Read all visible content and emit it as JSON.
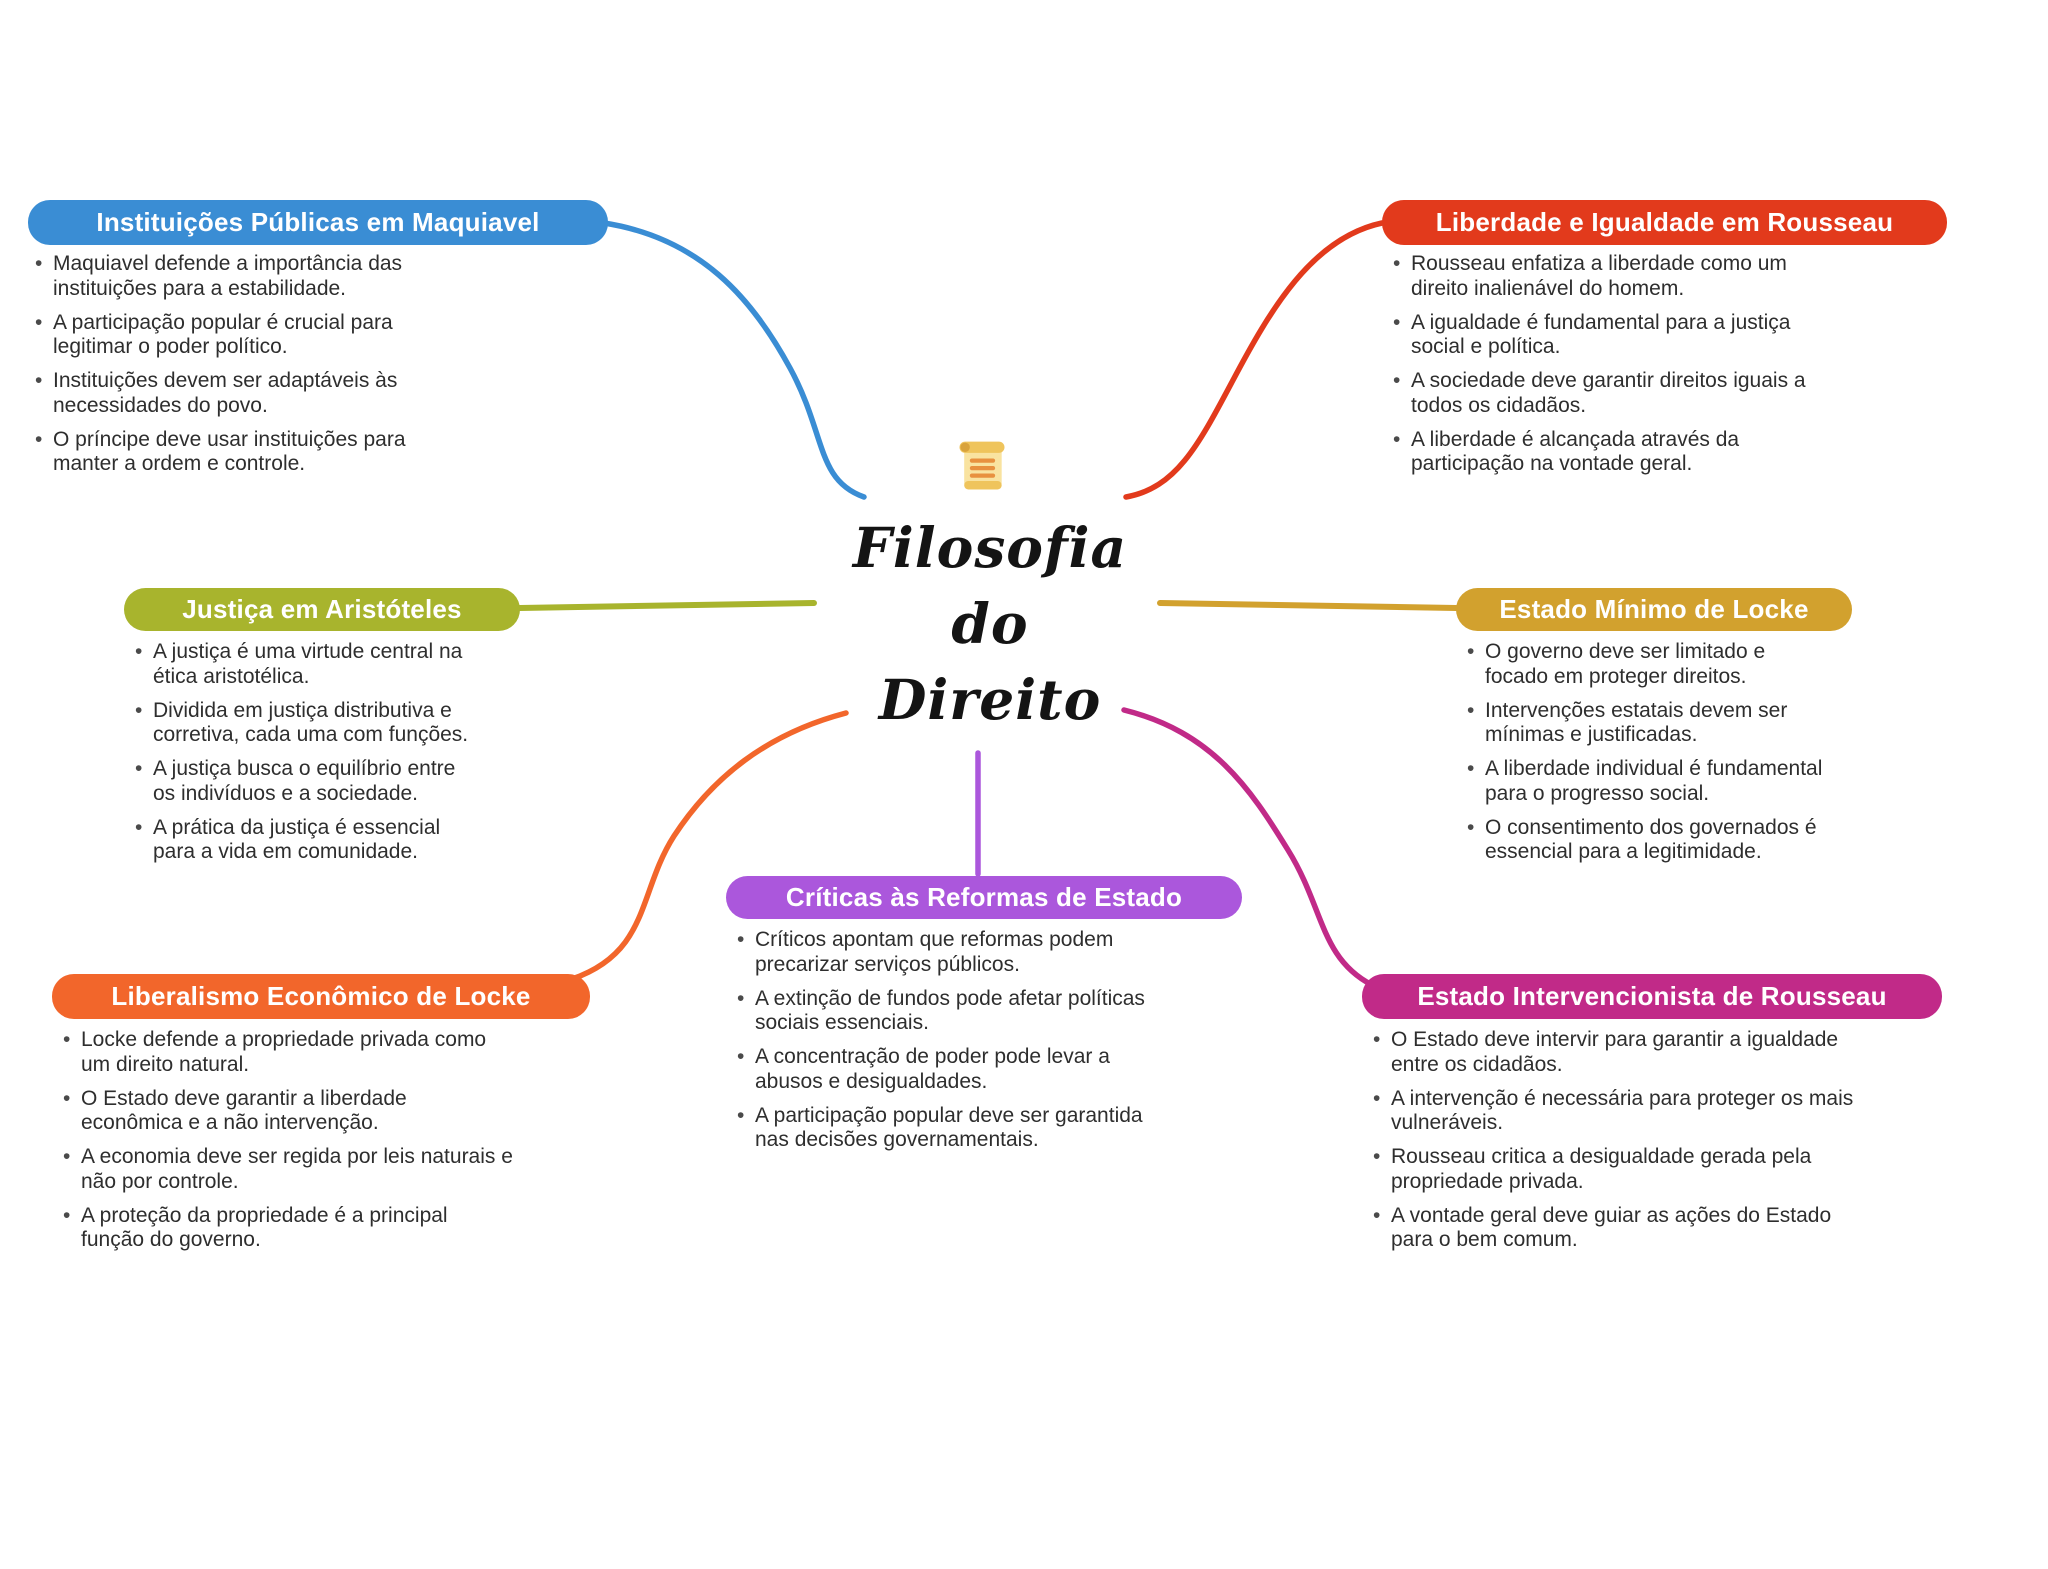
{
  "center": {
    "icon": "scroll-icon",
    "line1": "Filosofia",
    "line2": "do",
    "line3": "Direito"
  },
  "branches": [
    {
      "id": "maquiavel",
      "title": "Instituições Públicas em Maquiavel",
      "color": "#3A8DD4",
      "items": [
        "Maquiavel defende a importância das instituições para a estabilidade.",
        "A participação popular é crucial para legitimar o poder político.",
        "Instituições devem ser adaptáveis às necessidades do povo.",
        "O príncipe deve usar instituições para manter a ordem e controle."
      ]
    },
    {
      "id": "rousseau-liberdade",
      "title": "Liberdade e Igualdade em Rousseau",
      "color": "#E23A1C",
      "items": [
        "Rousseau enfatiza a liberdade como um direito inalienável do homem.",
        "A igualdade é fundamental para a justiça social e política.",
        "A sociedade deve garantir direitos iguais a todos os cidadãos.",
        "A liberdade é alcançada através da participação na vontade geral."
      ]
    },
    {
      "id": "aristoteles",
      "title": "Justiça em Aristóteles",
      "color": "#A8B42D",
      "items": [
        "A justiça é uma virtude central na ética aristotélica.",
        "Dividida em justiça distributiva e corretiva, cada uma com funções.",
        "A justiça busca o equilíbrio entre os indivíduos e a sociedade.",
        "A prática da justiça é essencial para a vida em comunidade."
      ]
    },
    {
      "id": "locke-estado-minimo",
      "title": "Estado Mínimo de Locke",
      "color": "#D2A12E",
      "items": [
        "O governo deve ser limitado e focado em proteger direitos.",
        "Intervenções estatais devem ser mínimas e justificadas.",
        "A liberdade individual é fundamental para o progresso social.",
        "O consentimento dos governados é essencial para a legitimidade."
      ]
    },
    {
      "id": "locke-liberalismo",
      "title": "Liberalismo Econômico de Locke",
      "color": "#F2662B",
      "items": [
        "Locke defende a propriedade privada como um direito natural.",
        "O Estado deve garantir a liberdade econômica e a não intervenção.",
        "A economia deve ser regida por leis naturais e não por controle.",
        "A proteção da propriedade é a principal função do governo."
      ]
    },
    {
      "id": "criticas-reformas",
      "title": "Críticas às Reformas de Estado",
      "color": "#AB57DC",
      "items": [
        "Críticos apontam que reformas podem precarizar serviços públicos.",
        "A extinção de fundos pode afetar políticas sociais essenciais.",
        "A concentração de poder pode levar a abusos e desigualdades.",
        "A participação popular deve ser garantida nas decisões governamentais."
      ]
    },
    {
      "id": "rousseau-intervencionista",
      "title": "Estado Intervencionista de Rousseau",
      "color": "#C12A88",
      "items": [
        "O Estado deve intervir para garantir a igualdade entre os cidadãos.",
        "A intervenção é necessária para proteger os mais vulneráveis.",
        "Rousseau critica a desigualdade gerada pela propriedade privada.",
        "A vontade geral deve guiar as ações do Estado para o bem comum."
      ]
    }
  ]
}
